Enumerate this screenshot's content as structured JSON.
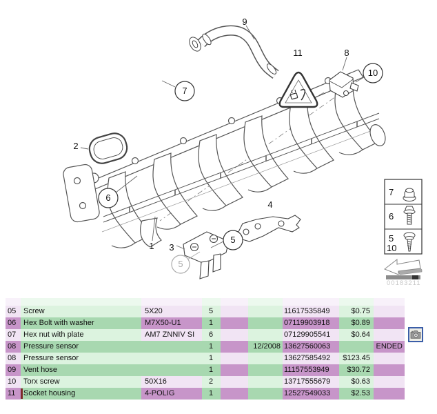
{
  "diagram": {
    "callouts": {
      "c1": "1",
      "c2": "2",
      "c3": "3",
      "c4": "4",
      "c5a": "5",
      "c5b": "5",
      "c6": "6",
      "c7": "7",
      "c8": "8",
      "c9": "9",
      "c10": "10",
      "c11": "11"
    },
    "legend": {
      "row1": "7",
      "row2": "6",
      "row3a": "5",
      "row3b": "10"
    },
    "drawing_number": "00183211"
  },
  "table": {
    "rows": [
      {
        "no": "05",
        "name": "Screw",
        "spec": "5X20",
        "qty": "5",
        "date": "",
        "part": "11617535849",
        "price": "$0.75",
        "note": ""
      },
      {
        "no": "06",
        "name": "Hex Bolt with washer",
        "spec": "M7X50-U1",
        "qty": "1",
        "date": "",
        "part": "07119903918",
        "price": "$0.89",
        "note": ""
      },
      {
        "no": "07",
        "name": "Hex nut with plate",
        "spec": "AM7 ZNNIV SI",
        "qty": "6",
        "date": "",
        "part": "07129905541",
        "price": "$0.64",
        "note": ""
      },
      {
        "no": "08",
        "name": "Pressure sensor",
        "spec": "",
        "qty": "1",
        "date": "12/2008",
        "part": "13627560063",
        "price": "",
        "note": "ENDED"
      },
      {
        "no": "08",
        "name": "Pressure sensor",
        "spec": "",
        "qty": "1",
        "date": "",
        "part": "13627585492",
        "price": "$123.45",
        "note": ""
      },
      {
        "no": "09",
        "name": "Vent hose",
        "spec": "",
        "qty": "1",
        "date": "",
        "part": "11157553949",
        "price": "$30.72",
        "note": ""
      },
      {
        "no": "10",
        "name": "Torx screw",
        "spec": "50X16",
        "qty": "2",
        "date": "",
        "part": "13717555679",
        "price": "$0.63",
        "note": ""
      },
      {
        "no": "11",
        "name": "Socket housing",
        "spec": "4-POLIG",
        "qty": "1",
        "date": "",
        "part": "12527549033",
        "price": "$2.53",
        "note": ""
      }
    ]
  },
  "colors": {
    "green_light": "#DCF3DF",
    "green_dark": "#A8D8B0",
    "purple_light": "#F1E4F4",
    "purple_dark": "#C795C9",
    "camera_border": "#3B5EA8",
    "selection_bar": "#7E2B2B"
  }
}
